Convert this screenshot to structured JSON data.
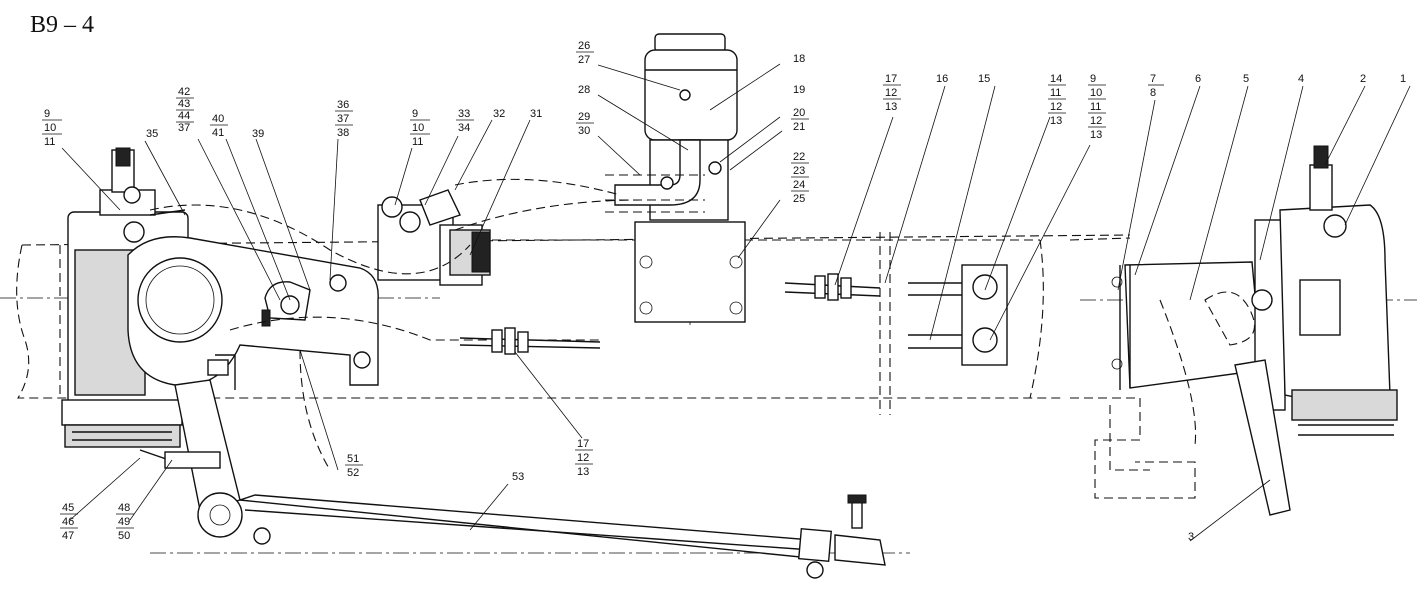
{
  "title": "B9 – 4",
  "callouts": [
    {
      "id": "c9a",
      "lines": [
        "9",
        "10",
        "11"
      ]
    },
    {
      "id": "c35",
      "lines": [
        "35"
      ]
    },
    {
      "id": "c42",
      "lines": [
        "42",
        "43",
        "44",
        "37"
      ]
    },
    {
      "id": "c40",
      "lines": [
        "40",
        "41"
      ]
    },
    {
      "id": "c39",
      "lines": [
        "39"
      ]
    },
    {
      "id": "c36",
      "lines": [
        "36",
        "37",
        "38"
      ]
    },
    {
      "id": "c9b",
      "lines": [
        "9",
        "10",
        "11"
      ]
    },
    {
      "id": "c33",
      "lines": [
        "33",
        "34"
      ]
    },
    {
      "id": "c32",
      "lines": [
        "32"
      ]
    },
    {
      "id": "c31",
      "lines": [
        "31"
      ]
    },
    {
      "id": "c26",
      "lines": [
        "26",
        "27"
      ]
    },
    {
      "id": "c28",
      "lines": [
        "28"
      ]
    },
    {
      "id": "c29",
      "lines": [
        "29",
        "30"
      ]
    },
    {
      "id": "c18",
      "lines": [
        "18"
      ]
    },
    {
      "id": "c19",
      "lines": [
        "19"
      ]
    },
    {
      "id": "c20",
      "lines": [
        "20",
        "21"
      ]
    },
    {
      "id": "c22",
      "lines": [
        "22",
        "23",
        "24",
        "25"
      ]
    },
    {
      "id": "c17a",
      "lines": [
        "17",
        "12",
        "13"
      ]
    },
    {
      "id": "c16",
      "lines": [
        "16"
      ]
    },
    {
      "id": "c15",
      "lines": [
        "15"
      ]
    },
    {
      "id": "c14",
      "lines": [
        "14",
        "11",
        "12",
        "13"
      ]
    },
    {
      "id": "c9c",
      "lines": [
        "9",
        "10",
        "11",
        "12",
        "13"
      ]
    },
    {
      "id": "c7",
      "lines": [
        "7",
        "8"
      ]
    },
    {
      "id": "c6",
      "lines": [
        "6"
      ]
    },
    {
      "id": "c5",
      "lines": [
        "5"
      ]
    },
    {
      "id": "c4",
      "lines": [
        "4"
      ]
    },
    {
      "id": "c2",
      "lines": [
        "2"
      ]
    },
    {
      "id": "c1",
      "lines": [
        "1"
      ]
    },
    {
      "id": "c51",
      "lines": [
        "51",
        "52"
      ]
    },
    {
      "id": "c17b",
      "lines": [
        "17",
        "12",
        "13"
      ]
    },
    {
      "id": "c45",
      "lines": [
        "45",
        "46",
        "47"
      ]
    },
    {
      "id": "c48",
      "lines": [
        "48",
        "49",
        "50"
      ]
    },
    {
      "id": "c53",
      "lines": [
        "53"
      ]
    },
    {
      "id": "c3",
      "lines": [
        "3"
      ]
    }
  ]
}
